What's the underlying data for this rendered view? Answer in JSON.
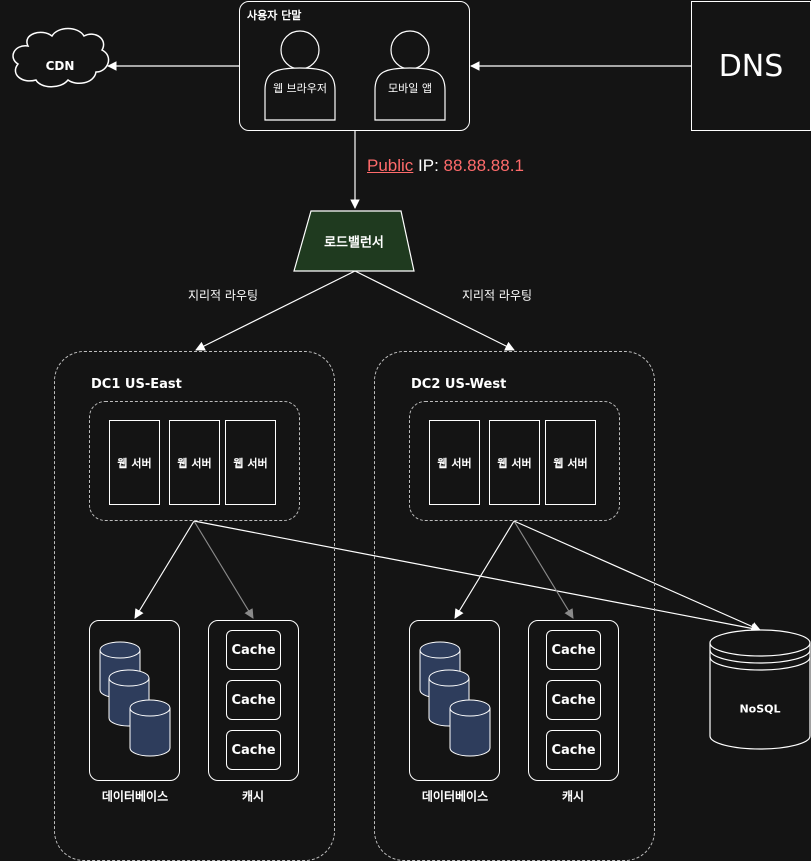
{
  "user_group": {
    "title": "사용자 단말",
    "web_browser": "웹 브라우저",
    "mobile_app": "모바일 앱"
  },
  "cdn": {
    "label": "CDN"
  },
  "dns": {
    "label": "DNS"
  },
  "public_ip": {
    "link_text": "Public",
    "label_suffix": " IP: ",
    "value": "88.88.88.1"
  },
  "load_balancer": {
    "label": "로드밸런서"
  },
  "routing": {
    "left": "지리적 라우팅",
    "right": "지리적 라우팅"
  },
  "dc1": {
    "title": "DC1 US-East",
    "web_servers": [
      "웹 서버",
      "웹 서버",
      "웹 서버"
    ],
    "database_label": "데이터베이스",
    "cache_label": "캐시",
    "cache_items": [
      "Cache",
      "Cache",
      "Cache"
    ]
  },
  "dc2": {
    "title": "DC2 US-West",
    "web_servers": [
      "웹 서버",
      "웹 서버",
      "웹 서버"
    ],
    "database_label": "데이터베이스",
    "cache_label": "캐시",
    "cache_items": [
      "Cache",
      "Cache",
      "Cache"
    ]
  },
  "nosql": {
    "label": "NoSQL"
  },
  "colors": {
    "background": "#141414",
    "stroke": "#ffffff",
    "link_red": "#ff6b6b",
    "load_balancer_fill": "#1f3a1f",
    "database_fill": "#2e3d5c"
  }
}
